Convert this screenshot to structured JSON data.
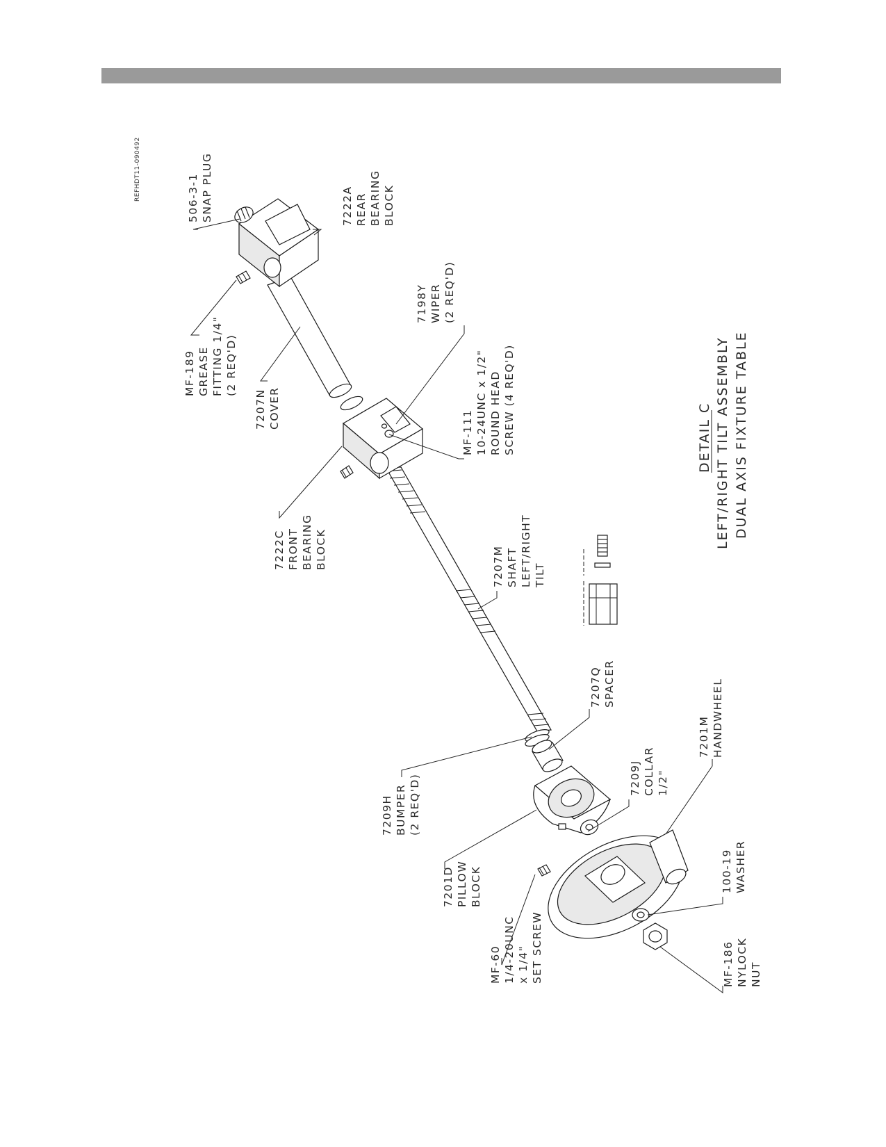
{
  "header": {
    "bar_color": "#9a9a9a"
  },
  "drawing": {
    "ref_code": "REFHDT11-090492",
    "title": {
      "line1": "DETAIL C",
      "line2": "LEFT/RIGHT TILT ASSEMBLY",
      "line3": "DUAL AXIS FIXTURE TABLE"
    },
    "callouts": {
      "snap_plug": [
        "506-3-1",
        "SNAP PLUG"
      ],
      "rear_bearing_block": [
        "7222A",
        "REAR",
        "BEARING",
        "BLOCK"
      ],
      "grease_fitting": [
        "MF-189",
        "GREASE",
        "FITTING 1/4\"",
        "(2 REQ'D)"
      ],
      "cover": [
        "7207N",
        "COVER"
      ],
      "wiper": [
        "7198Y",
        "WIPER",
        "(2 REQ'D)"
      ],
      "round_head_screw": [
        "MF-111",
        "10-24UNC x 1/2\"",
        "ROUND HEAD",
        "SCREW (4 REQ'D)"
      ],
      "front_bearing_block": [
        "7222C",
        "FRONT",
        "BEARING",
        "BLOCK"
      ],
      "shaft": [
        "7207M",
        "SHAFT",
        "LEFT/RIGHT",
        "TILT"
      ],
      "spacer": [
        "7207Q",
        "SPACER"
      ],
      "bumper": [
        "7209H",
        "BUMPER",
        "(2 REQ'D)"
      ],
      "collar": [
        "7209J",
        "COLLAR",
        "1/2\""
      ],
      "handwheel": [
        "7201M",
        "HANDWHEEL"
      ],
      "pillow_block": [
        "7201D",
        "PILLOW",
        "BLOCK"
      ],
      "washer": [
        "100-19",
        "WASHER"
      ],
      "set_screw": [
        "MF-60",
        "1/4-20UNC",
        "x 1/4\"",
        "SET SCREW"
      ],
      "nylock_nut": [
        "MF-186",
        "NYLOCK",
        "NUT"
      ]
    }
  }
}
